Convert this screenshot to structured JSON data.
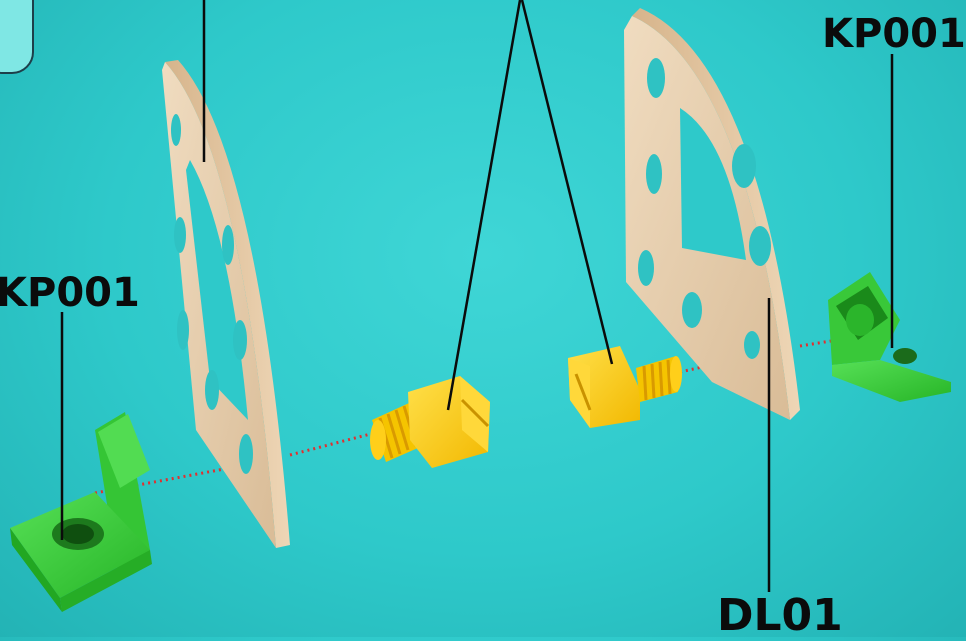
{
  "labels": {
    "kp_right": "KP001",
    "kp_left": "KP001",
    "dl": "DL01"
  },
  "colors": {
    "background": "#2ec9ca",
    "wood": "#ead2b3",
    "bracket": "#3dca3d",
    "screw": "#ffd21a",
    "axis_line": "#e03030"
  },
  "icons": [
    "kp001-bracket",
    "wooden-plate",
    "screw"
  ]
}
